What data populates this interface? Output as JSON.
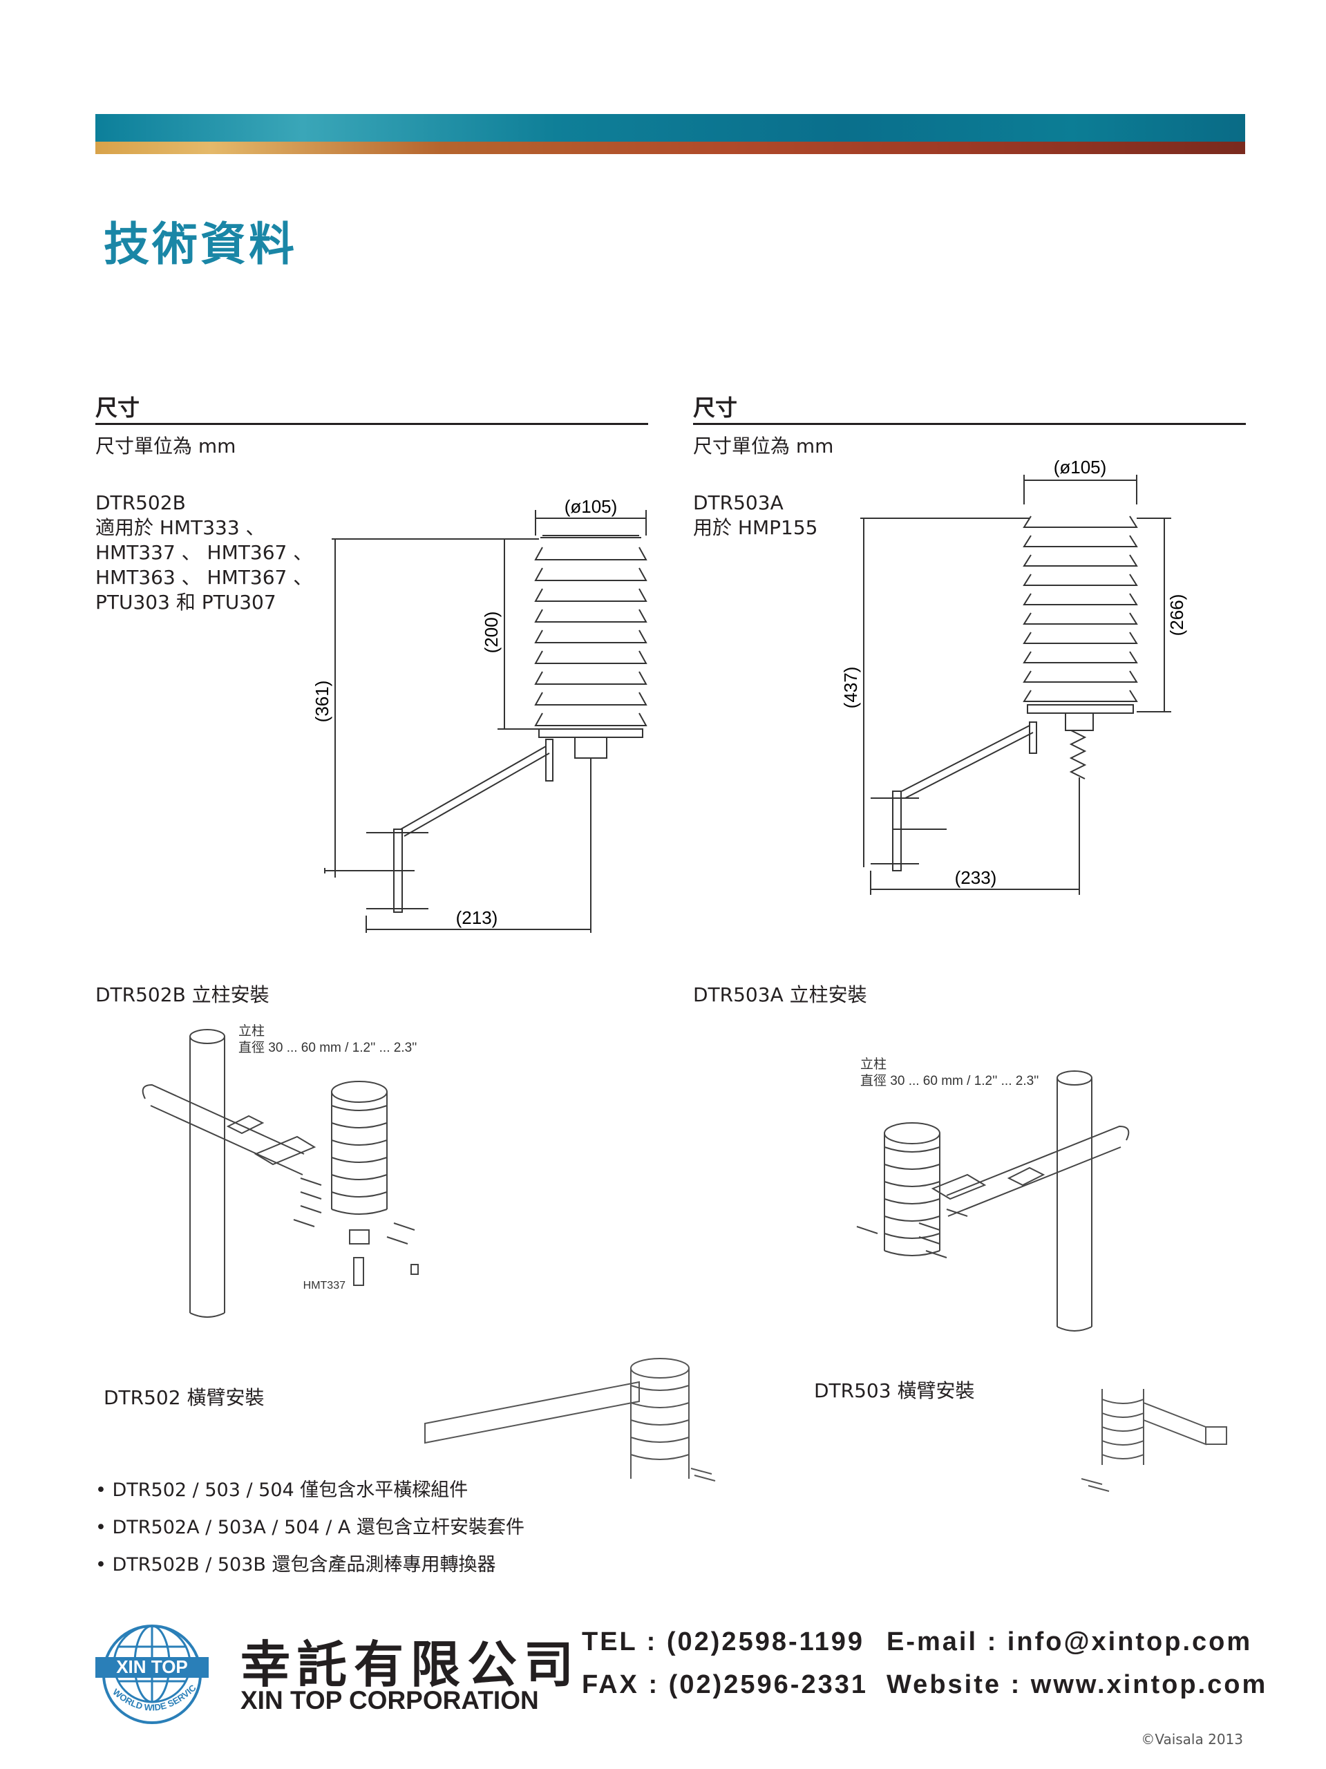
{
  "header": {
    "title": "技術資料"
  },
  "left": {
    "section_title": "尺寸",
    "units": "尺寸單位為 mm",
    "model_lines": [
      "DTR502B",
      "適用於 HMT333 、",
      "HMT337 、 HMT367 、",
      "HMT363 、 HMT367 、",
      "PTU303 和 PTU307"
    ],
    "dims": {
      "diameter": "(ø105)",
      "height_total": "(361)",
      "height_shield": "(200)",
      "arm": "(213)"
    },
    "pole_caption": "DTR502B 立柱安裝",
    "pole_label": "立柱",
    "pole_diameter": "直徑 30 ... 60 mm / 1.2'' ... 2.3''",
    "probe_label": "HMT337",
    "arm_caption": "DTR502 橫臂安裝"
  },
  "right": {
    "section_title": "尺寸",
    "units": "尺寸單位為 mm",
    "model_lines": [
      "DTR503A",
      "用於 HMP155"
    ],
    "dims": {
      "diameter": "(ø105)",
      "height_total": "(437)",
      "height_shield": "(266)",
      "arm": "(233)"
    },
    "pole_caption": "DTR503A 立柱安裝",
    "pole_label": "立柱",
    "pole_diameter": "直徑 30 ... 60 mm / 1.2'' ... 2.3''",
    "arm_caption": "DTR503 橫臂安裝"
  },
  "bullets": [
    "DTR502 / 503 / 504 僅包含水平橫樑組件",
    "DTR502A / 503A / 504 / A 還包含立杆安裝套件",
    "DTR502B / 503B  還包含產品測棒專用轉換器"
  ],
  "footer": {
    "logo_text": "XIN TOP",
    "logo_ring": "WORLD WIDE SERVICE",
    "company_cn": "幸託有限公司",
    "company_en": "XIN TOP CORPORATION",
    "tel": "TEL : (02)2598-1199",
    "fax": "FAX : (02)2596-2331",
    "email": "E-mail : info@xintop.com",
    "website": "Website : www.xintop.com",
    "copyright": "©Vaisala 2013"
  }
}
